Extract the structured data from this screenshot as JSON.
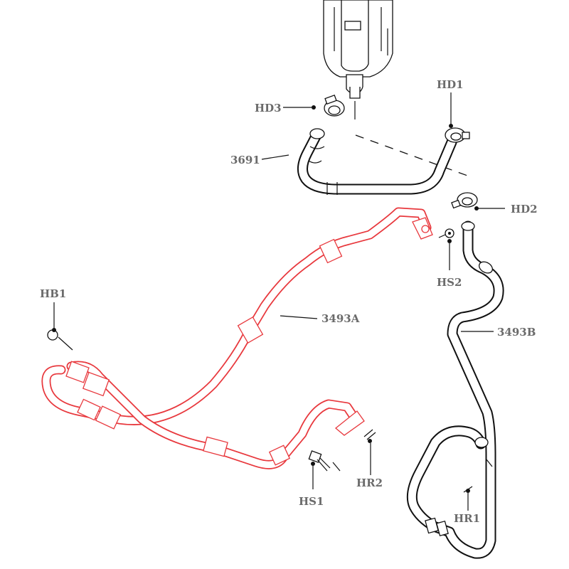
{
  "labels": {
    "hd1": "HD1",
    "hd2": "HD2",
    "hd3": "HD3",
    "p3691": "3691",
    "p3493a": "3493A",
    "p3493b": "3493B",
    "hs2": "HS2",
    "hb1": "HB1",
    "hs1": "HS1",
    "hr2": "HR2",
    "hr1": "HR1"
  },
  "colors": {
    "highlight": "#e8383d",
    "line": "#111111",
    "label": "#6b6b6b",
    "background": "#ffffff"
  }
}
